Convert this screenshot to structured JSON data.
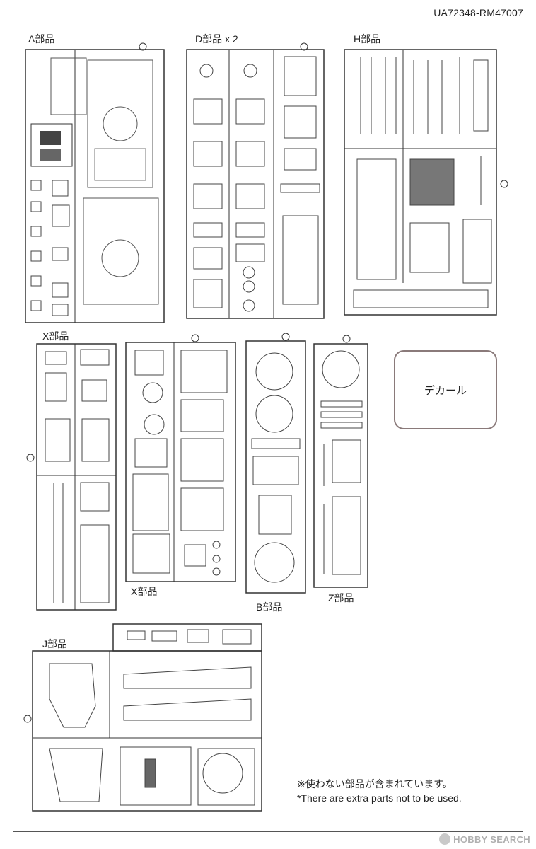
{
  "document_id": "UA72348-RM47007",
  "sprue_labels": {
    "A": "A部品",
    "D": "D部品 x 2",
    "H": "H部品",
    "X1": "X部品",
    "X2": "X部品",
    "B": "B部品",
    "Z": "Z部品",
    "J": "J部品"
  },
  "decal_label": "デカール",
  "notes": {
    "jp": "※使わない部品が含まれています。",
    "en": "*There are extra parts not to be used."
  },
  "watermark": {
    "brand": "HOBBY SEARCH"
  }
}
